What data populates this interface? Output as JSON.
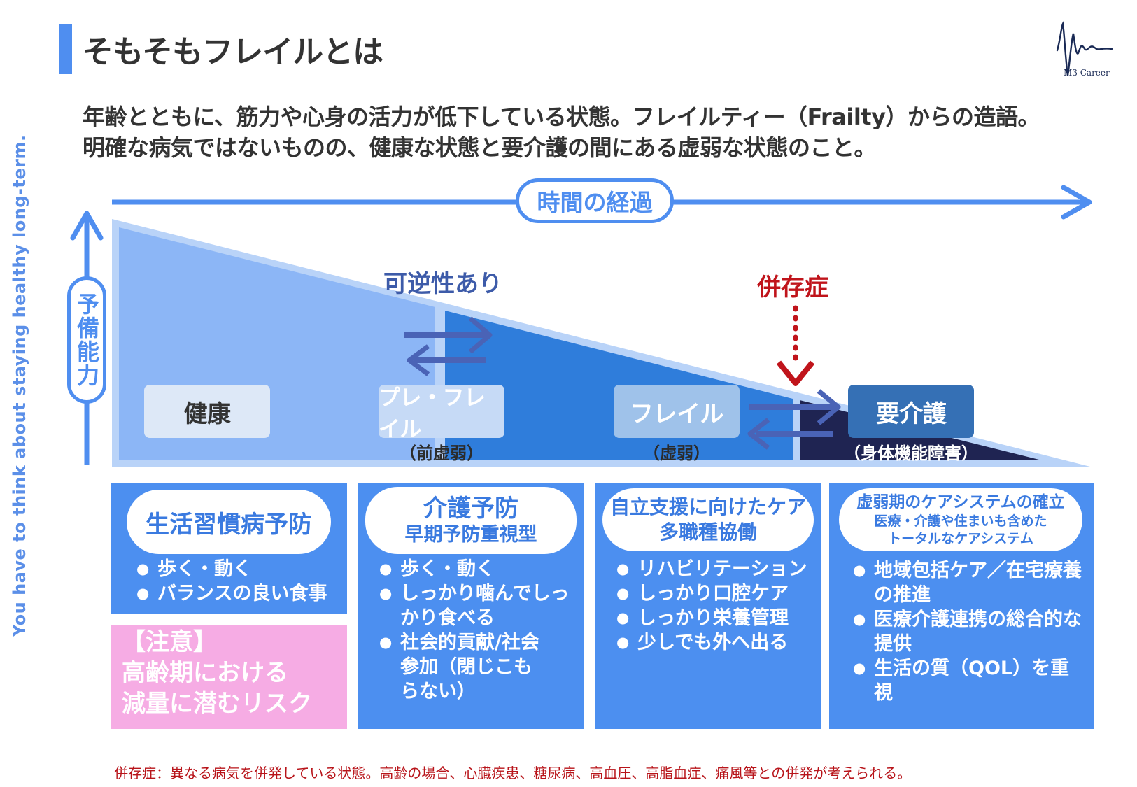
{
  "header": {
    "title": "そもそもフレイルとは",
    "logo_text": "M3 Career"
  },
  "intro": {
    "line1": "年齢とともに、筋力や心身の活力が低下している状態。フレイルティー（Frailty）からの造語。",
    "line2": "明確な病気ではないものの、健康な状態と要介護の間にある虚弱な状態のこと。"
  },
  "side_text": "You have to think about staying healthy long-term.",
  "diagram": {
    "time_label": "時間の経過",
    "reserve_label": "予備能力",
    "reversible_label": "可逆性あり",
    "comorbidity_label": "併存症",
    "stages": [
      {
        "label": "健康",
        "sub": ""
      },
      {
        "label": "プレ・フレイル",
        "sub": "（前虚弱）"
      },
      {
        "label": "フレイル",
        "sub": "（虚弱）"
      },
      {
        "label": "要介護",
        "sub": "（身体機能障害）"
      }
    ],
    "colors": {
      "light_blue": "#8cb6f6",
      "mid_blue": "#2f7ddb",
      "dark_navy": "#1f2452",
      "accent": "#4f8ef0",
      "red": "#c0141b"
    }
  },
  "panels": [
    {
      "pill_title": "生活習慣病予防",
      "items": [
        "歩く・動く",
        "バランスの良い食事"
      ]
    },
    {
      "pill_title": "介護予防",
      "pill_sub": "早期予防重視型",
      "items": [
        "歩く・動く",
        "しっかり噛んでしっかり食べる",
        "社会的貢献/社会参加（閉じこもらない）"
      ]
    },
    {
      "pill_title": "自立支援に向けたケア",
      "pill_sub": "多職種協働",
      "items": [
        "リハビリテーション",
        "しっかり口腔ケア",
        "しっかり栄養管理",
        "少しでも外へ出る"
      ]
    },
    {
      "pill_title": "虚弱期のケアシステムの確立",
      "pill_sub1": "医療・介護や住まいも含めた",
      "pill_sub2": "トータルなケアシステム",
      "items": [
        "地域包括ケア／在宅療養の推進",
        "医療介護連携の総合的な提供",
        "生活の質（QOL）を重視"
      ]
    }
  ],
  "note": {
    "line1": "【注意】",
    "line2": "高齢期における",
    "line3": "減量に潜むリスク"
  },
  "footnote": "併存症：異なる病気を併発している状態。高齢の場合、心臓疾患、糖尿病、高血圧、高脂血症、痛風等との併発が考えられる。"
}
